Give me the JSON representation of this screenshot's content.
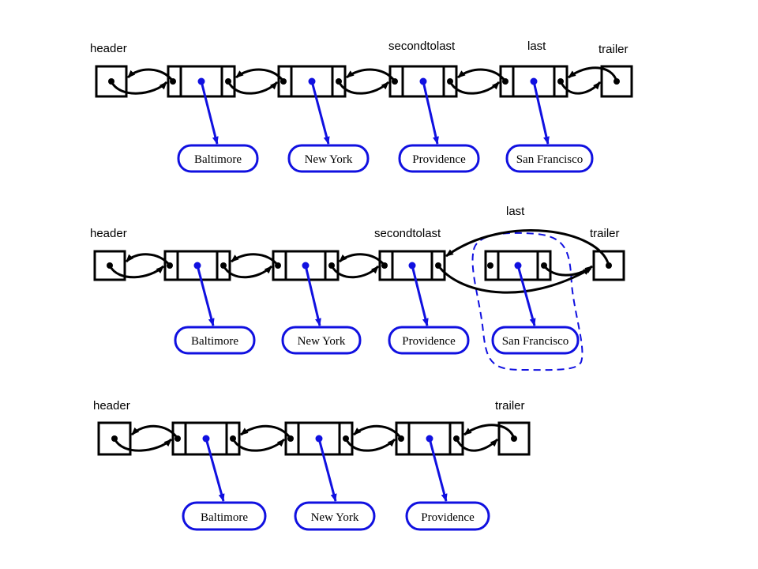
{
  "colors": {
    "node_stroke": "#000000",
    "element_color": "#1010e0",
    "background": "#ffffff"
  },
  "stages": [
    {
      "labels": {
        "header": "header",
        "secondtolast": "secondtolast",
        "last": "last",
        "trailer": "trailer"
      },
      "cities": [
        "Baltimore",
        "New York",
        "Providence",
        "San Francisco"
      ]
    },
    {
      "labels": {
        "header": "header",
        "secondtolast": "secondtolast",
        "last": "last",
        "trailer": "trailer"
      },
      "cities": [
        "Baltimore",
        "New York",
        "Providence",
        "San Francisco"
      ]
    },
    {
      "labels": {
        "header": "header",
        "trailer": "trailer"
      },
      "cities": [
        "Baltimore",
        "New York",
        "Providence"
      ]
    }
  ]
}
